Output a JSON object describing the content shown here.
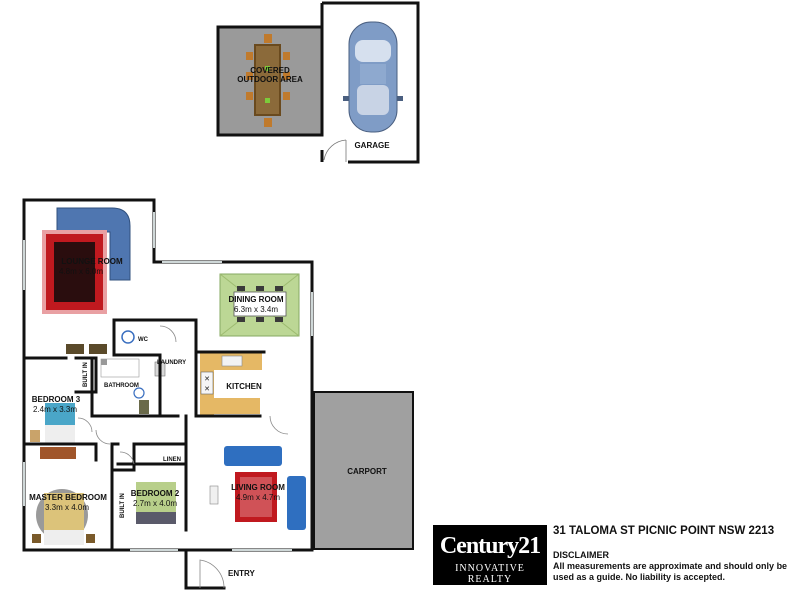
{
  "plan": {
    "rooms": {
      "covered_outdoor": {
        "line1": "COVERED",
        "line2": "OUTDOOR AREA"
      },
      "garage": {
        "name": "GARAGE"
      },
      "lounge": {
        "name": "LOUNGE ROOM",
        "size": "4.8m x 6.0m"
      },
      "dining": {
        "name": "DINING ROOM",
        "size": "6.3m x 3.4m"
      },
      "wc": {
        "name": "WC"
      },
      "laundry": {
        "name": "LAUNDRY"
      },
      "bathroom": {
        "name": "BATHROOM"
      },
      "kitchen": {
        "name": "KITCHEN"
      },
      "built_in_1": {
        "name": "BUILT IN"
      },
      "bedroom3": {
        "name": "BEDROOM 3",
        "size": "2.4m x 3.3m"
      },
      "master": {
        "name": "MASTER BEDROOM",
        "size": "3.3m x 4.0m"
      },
      "built_in_2": {
        "name": "BUILT IN"
      },
      "linen": {
        "name": "LINEN"
      },
      "bedroom2": {
        "name": "BEDROOM 2",
        "size": "2.7m x 4.0m"
      },
      "living": {
        "name": "LIVING ROOM",
        "size": "4.9m x 4.7m"
      },
      "carport": {
        "name": "CARPORT"
      },
      "entry": {
        "name": "ENTRY"
      }
    }
  },
  "footer": {
    "logo_brand": "Century21",
    "logo_sub": "INNOVATIVE REALTY",
    "address": "31 TALOMA ST PICNIC POINT NSW 2213",
    "disclaimer_title": "DISCLAIMER",
    "disclaimer_text": "All measurements are approximate and should only be used as a guide. No liability is accepted."
  },
  "colors": {
    "wall": "#111111",
    "outdoor_floor": "#9a9a9a",
    "carport_floor": "#a0a0a0",
    "rug_red": "#c0191f",
    "sofa_blue": "#4f76b0",
    "dining_green": "#bcd795",
    "kitchen_wood": "#e5b865",
    "car_blue": "#7f9cc6"
  }
}
